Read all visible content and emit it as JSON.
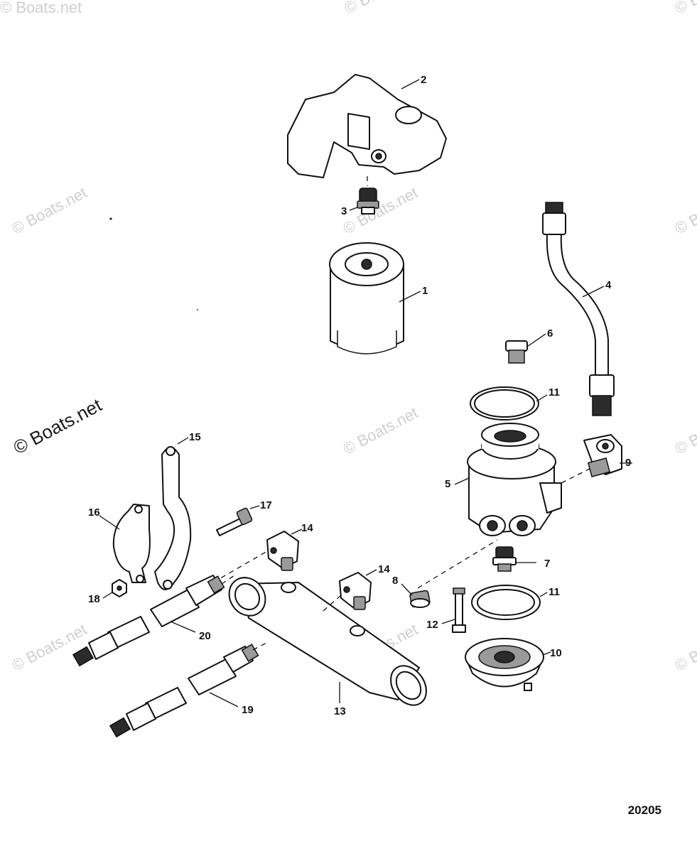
{
  "watermark": {
    "text": "© Boats.net"
  },
  "diagram_number": "20205",
  "callouts": {
    "c1": "1",
    "c2": "2",
    "c3": "3",
    "c4": "4",
    "c5": "5",
    "c6": "6",
    "c7": "7",
    "c8": "8",
    "c9": "9",
    "c10": "10",
    "c11a": "11",
    "c11b": "11",
    "c12": "12",
    "c13": "13",
    "c14a": "14",
    "c14b": "14",
    "c15": "15",
    "c16": "16",
    "c17": "17",
    "c18": "18",
    "c19": "19",
    "c20": "20"
  }
}
